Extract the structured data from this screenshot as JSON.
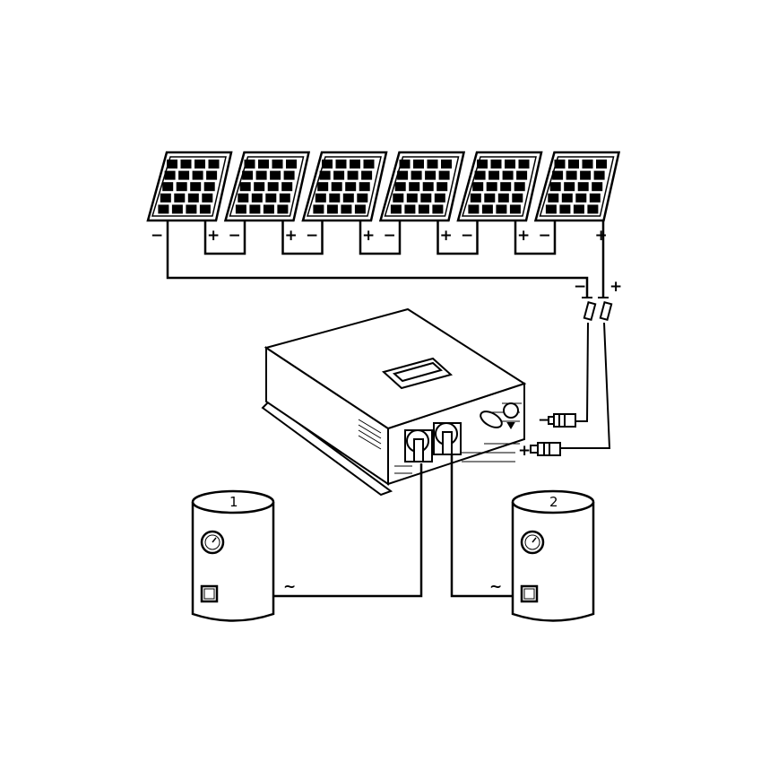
{
  "diagram": {
    "panel_count": 6,
    "labels": {
      "minus": "−",
      "plus": "+",
      "ac": "~"
    },
    "tanks": [
      {
        "number": "1"
      },
      {
        "number": "2"
      }
    ],
    "colors": {
      "line": "#000000",
      "background": "#ffffff"
    }
  }
}
